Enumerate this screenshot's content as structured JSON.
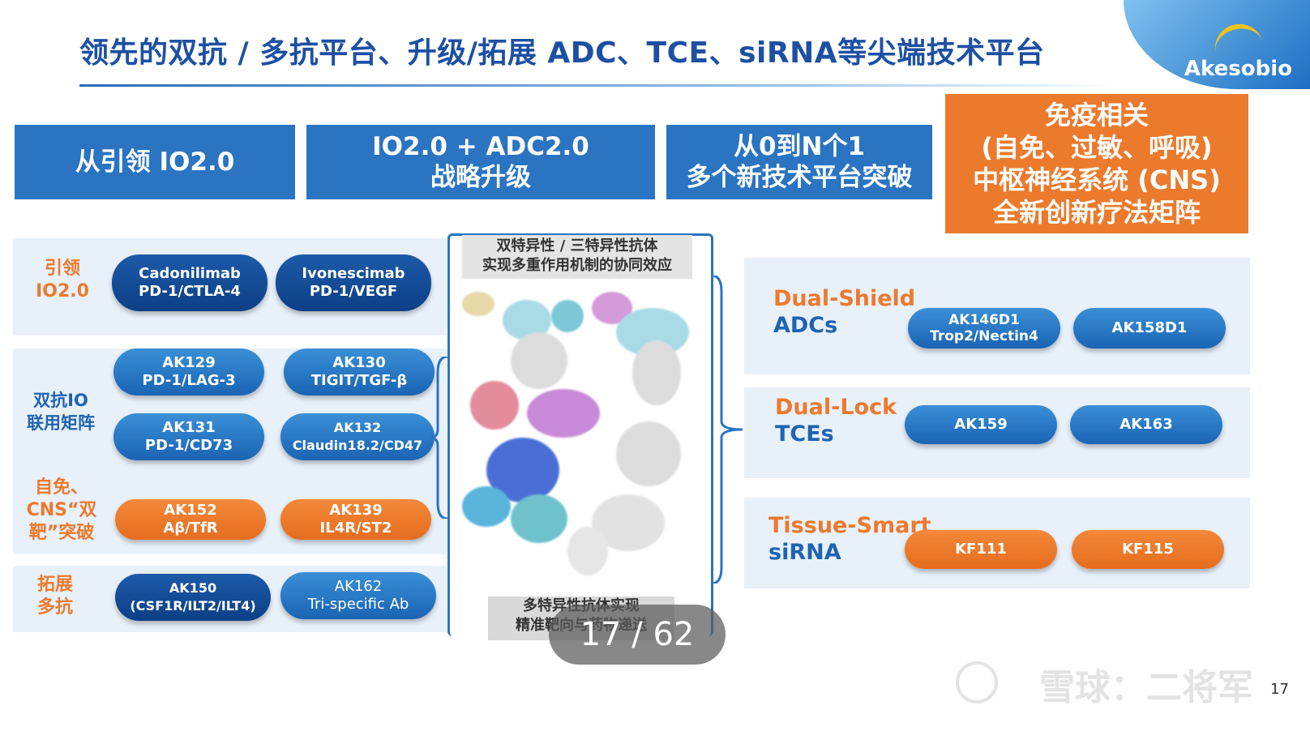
{
  "title": "领先的双抗 / 多抗平台、升级/拓展 ADC、TCE、siRNA等尖端技术平台",
  "logo": "Akesobio",
  "headers": [
    {
      "lines": [
        "从引领 IO2.0"
      ]
    },
    {
      "lines": [
        "IO2.0 + ADC2.0",
        "战略升级"
      ]
    },
    {
      "lines": [
        "从0到N个1",
        "多个新技术平台突破"
      ]
    },
    {
      "lines": [
        "免疫相关",
        "(自免、过敏、呼吸)",
        "中枢神经系统 (CNS)",
        "全新创新疗法矩阵"
      ]
    }
  ],
  "left_sections": {
    "lead": {
      "label": [
        "引领",
        "IO2.0"
      ],
      "pills": [
        [
          "Cadonilimab",
          "PD-1/CTLA-4"
        ],
        [
          "Ivonescimab",
          "PD-1/VEGF"
        ]
      ]
    },
    "combo": {
      "label": [
        "双抗IO",
        "联用矩阵"
      ],
      "pills": [
        [
          "AK129",
          "PD-1/LAG-3"
        ],
        [
          "AK130",
          "TIGIT/TGF-β"
        ],
        [
          "AK131",
          "PD-1/CD73"
        ],
        [
          "AK132",
          "Claudin18.2/CD47"
        ]
      ]
    },
    "autoimmune": {
      "label": [
        "自免、",
        "CNS“双",
        "靶”突破"
      ],
      "pills": [
        [
          "AK152",
          "Aβ/TfR"
        ],
        [
          "AK139",
          "IL4R/ST2"
        ]
      ]
    },
    "expand": {
      "label": [
        "拓展",
        "多抗"
      ],
      "pills": [
        [
          "AK150",
          "(CSF1R/ILT2/ILT4)"
        ],
        [
          "AK162",
          "Tri-specific Ab"
        ]
      ]
    }
  },
  "center": {
    "top_caption": [
      "双特异性 / 三特异性抗体",
      "实现多重作用机制的协同效应"
    ],
    "bottom_caption": [
      "多特异性抗体实现",
      "精准靶向与药物递送"
    ]
  },
  "right_sections": [
    {
      "label1": "Dual-Shield",
      "label2": "ADCs",
      "pills": [
        [
          "AK146D1",
          "Trop2/Nectin4"
        ],
        [
          "AK158D1"
        ]
      ]
    },
    {
      "label1": "Dual-Lock",
      "label2": "TCEs",
      "pills": [
        [
          "AK159"
        ],
        [
          "AK163"
        ]
      ]
    },
    {
      "label1": "Tissue-Smart",
      "label2": "siRNA",
      "pills": [
        [
          "KF111"
        ],
        [
          "KF115"
        ]
      ]
    }
  ],
  "overlay": {
    "counter": "17 / 62"
  },
  "watermark": "雪球：二将军",
  "page_number": "17",
  "colors": {
    "blue": "#2a74c2",
    "orange": "#ec7a2d",
    "navy": "#0d3f86"
  }
}
